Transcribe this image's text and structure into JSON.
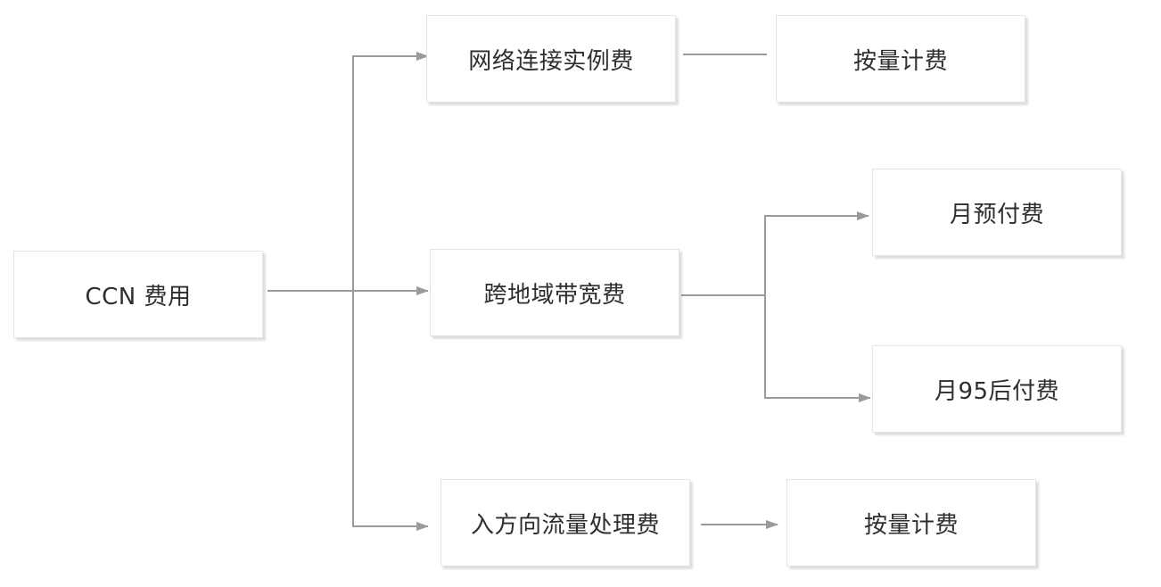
{
  "diagram": {
    "root": {
      "label": "CCN 费用"
    },
    "branch_instance": {
      "label": "网络连接实例费"
    },
    "branch_instance_billing": {
      "label": "按量计费"
    },
    "branch_bandwidth": {
      "label": "跨地域带宽费"
    },
    "branch_bandwidth_monthly_prepaid": {
      "label": "月预付费"
    },
    "branch_bandwidth_monthly_95": {
      "label": "月95后付费"
    },
    "branch_inbound": {
      "label": "入方向流量处理费"
    },
    "branch_inbound_billing": {
      "label": "按量计费"
    }
  },
  "colors": {
    "connector": "#9a9a9a",
    "node_border": "#e4e4e4",
    "text": "#2e2e2e",
    "background": "#ffffff"
  }
}
